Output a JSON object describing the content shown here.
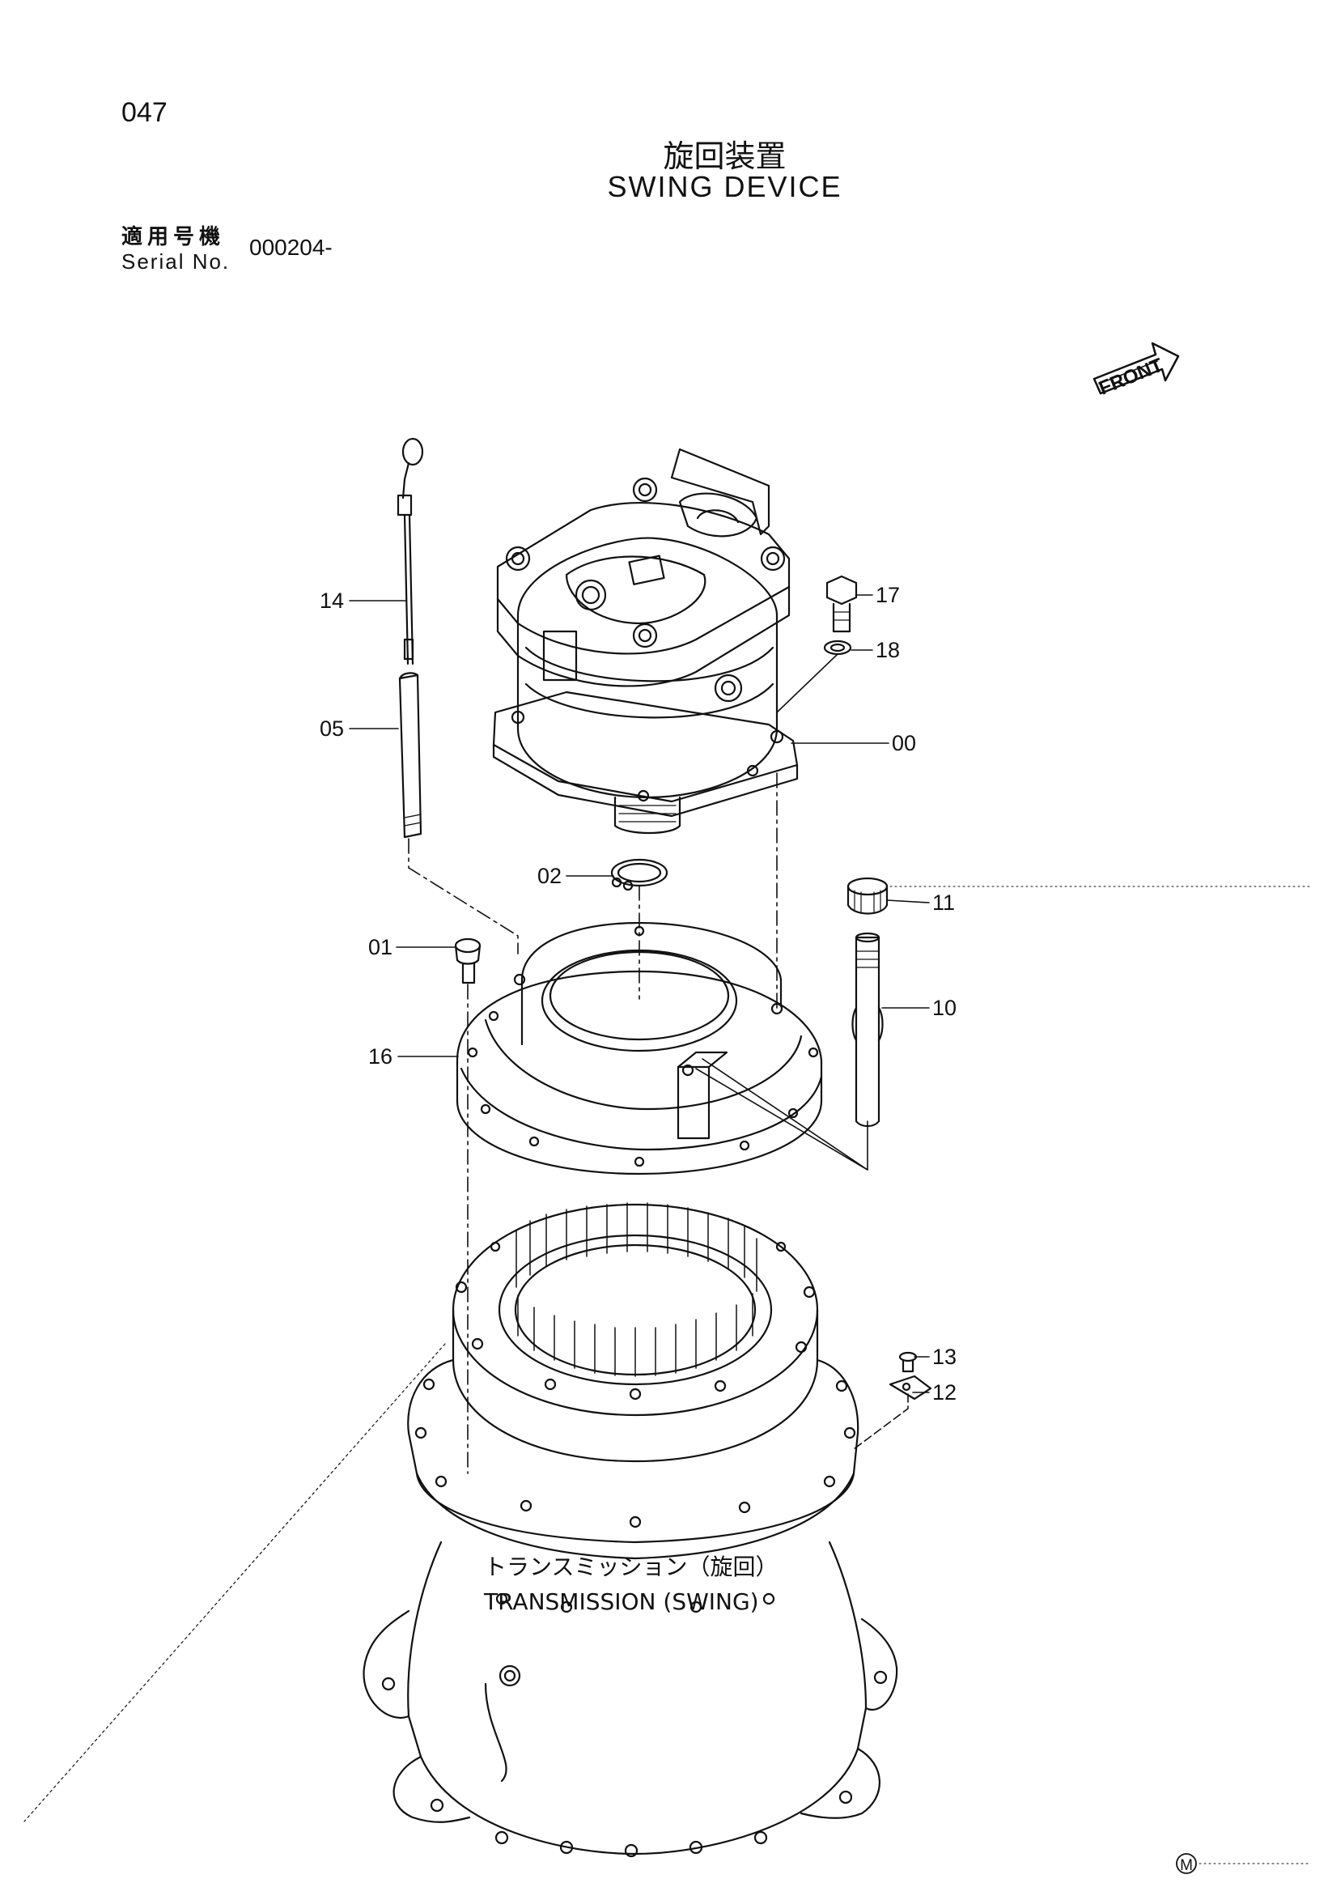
{
  "page": {
    "number": "047",
    "title_jp": "旋回装置",
    "title_en": "SWING DEVICE",
    "serial_label_jp": "適用号機",
    "serial_label_en": "Serial No.",
    "serial_value": "000204-"
  },
  "front_marker": {
    "label": "FRONT"
  },
  "callouts": {
    "c00": "00",
    "c01": "01",
    "c02": "02",
    "c05": "05",
    "c10": "10",
    "c11": "11",
    "c12": "12",
    "c13": "13",
    "c14": "14",
    "c16": "16",
    "c17": "17",
    "c18": "18"
  },
  "transmission_label": {
    "jp": "トランスミッション（旋回）",
    "en": "TRANSMISSION (SWING)"
  },
  "corner_mark": "M"
}
